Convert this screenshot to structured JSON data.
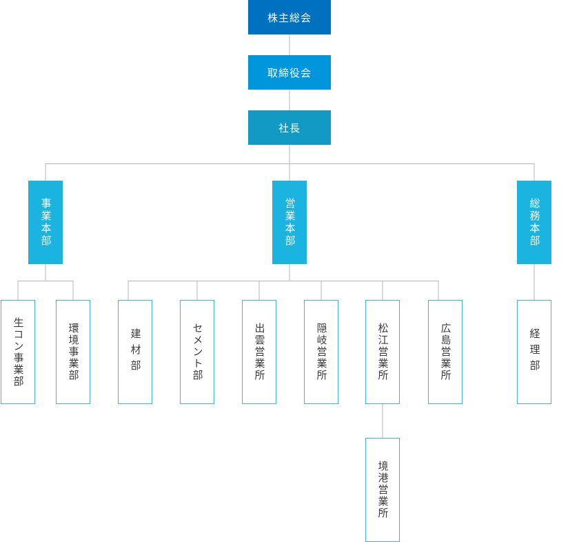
{
  "colors": {
    "shareholders_fill": "#0071bf",
    "board_fill": "#0096db",
    "president_fill": "#129ac4",
    "department_fill": "#1bb3e0",
    "unit_border": "#36b6e6",
    "connector": "#b5b5b5"
  },
  "top": {
    "shareholders": "株主総会",
    "board": "取締役会",
    "president": "社長"
  },
  "departments": {
    "business": "事業本部",
    "sales": "営業本部",
    "general_affairs": "総務本部"
  },
  "units": {
    "ready_mixed_concrete": "生コン事業部",
    "environment": "環境事業部",
    "building_materials": "建材部",
    "cement": "セメント部",
    "izumo_office": "出雲営業所",
    "oki_office": "隠岐営業所",
    "matsue_office": "松江営業所",
    "hiroshima_office": "広島営業所",
    "accounting": "経理部",
    "sakaiminato_office": "境港営業所"
  }
}
